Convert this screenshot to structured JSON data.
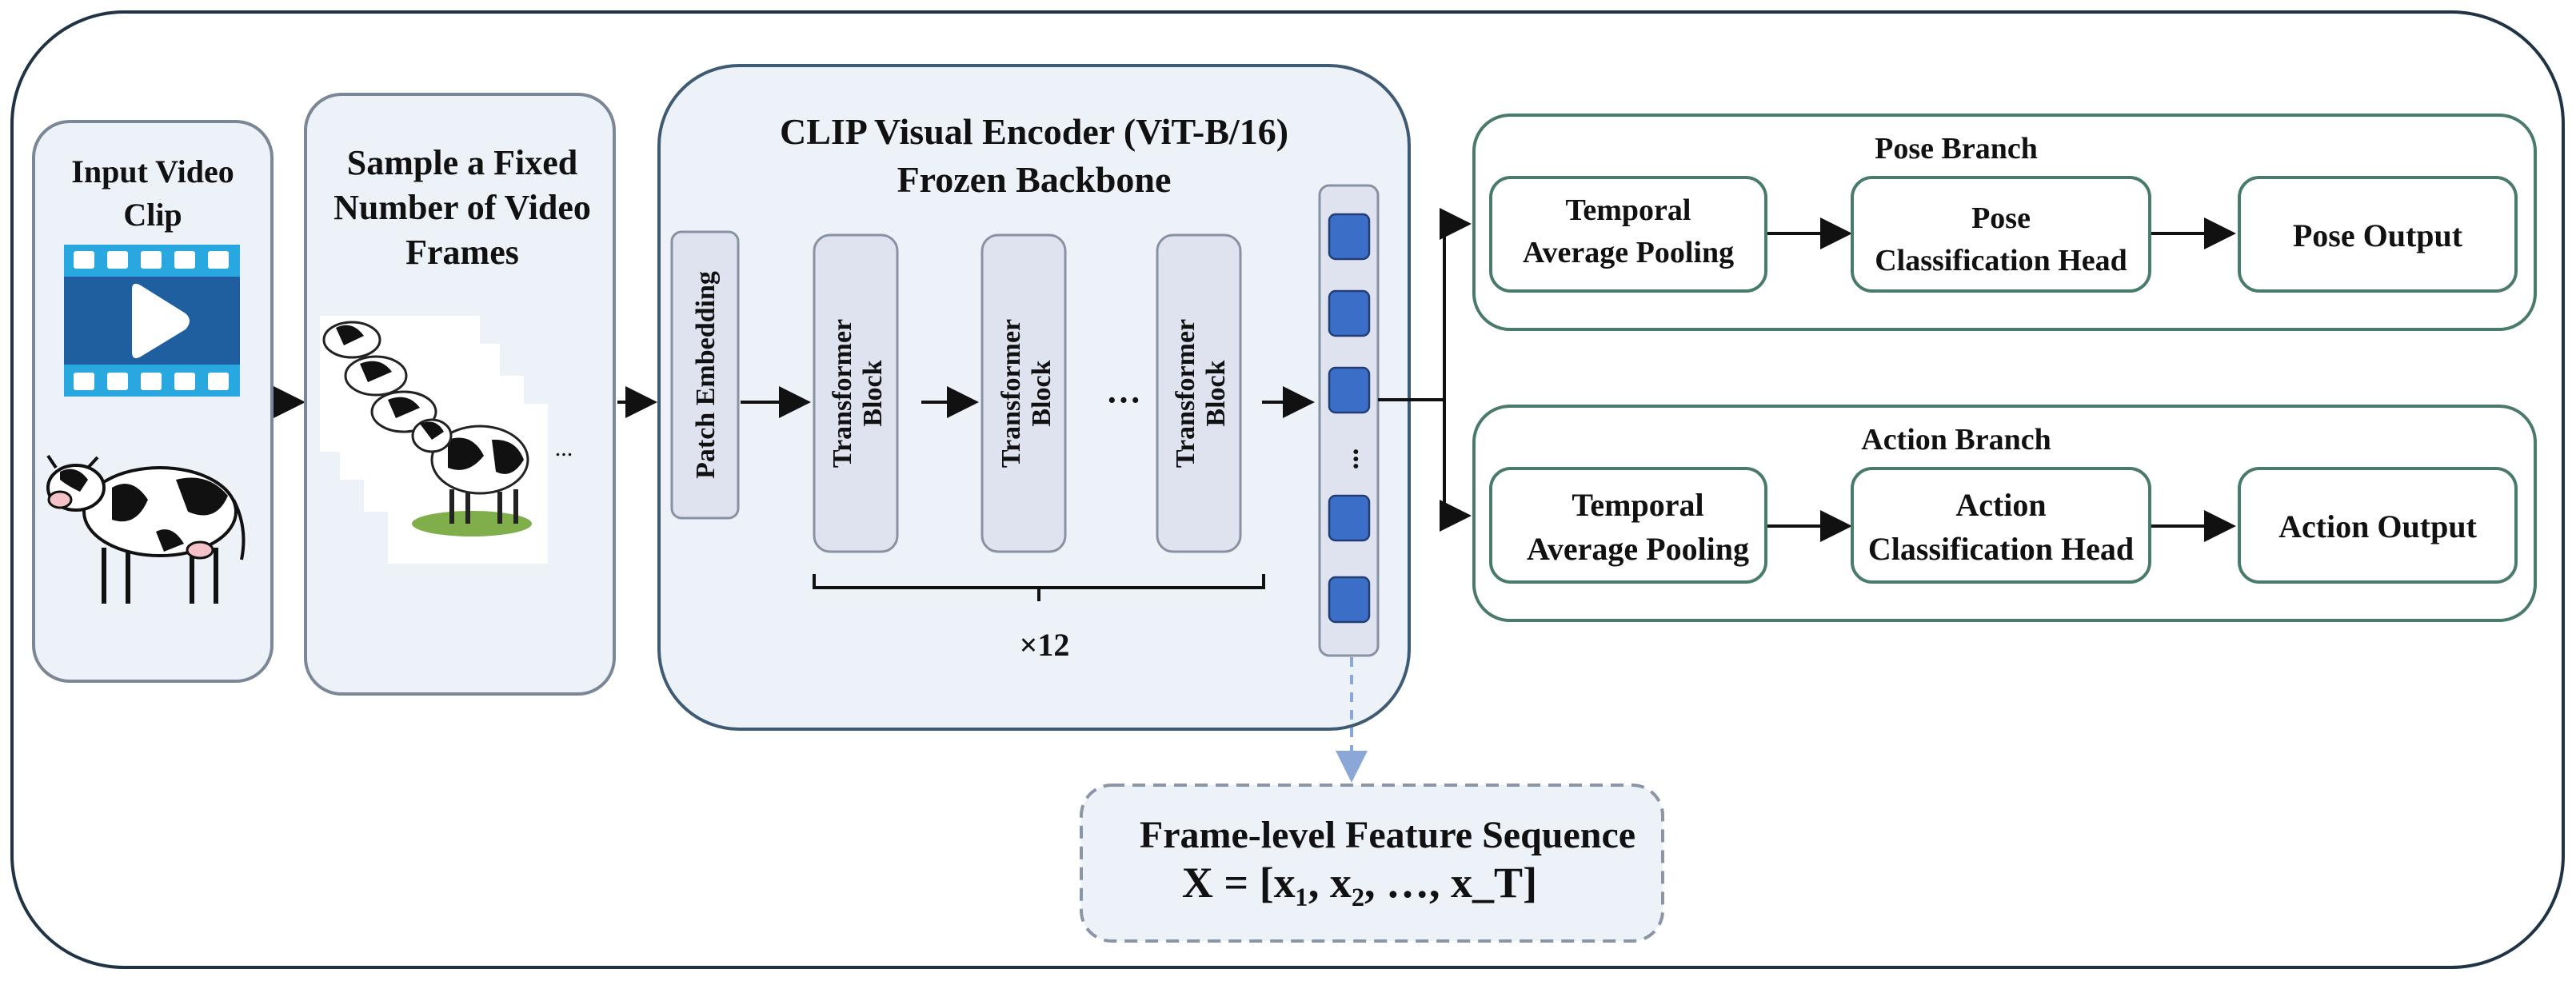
{
  "input": {
    "label_line1": "Input Video",
    "label_line2": "Clip"
  },
  "sample": {
    "line1": "Sample a Fixed",
    "line2": "Number of Video",
    "line3": "Frames",
    "ellipsis": "..."
  },
  "encoder": {
    "title_line1": "CLIP Visual Encoder (ViT-B/16)",
    "title_line2": "Frozen Backbone",
    "patch_embedding": "Patch Embedding",
    "block_line1": "Transformer",
    "block_line2": "Block",
    "dots": "···",
    "repeat": "×12"
  },
  "tokens": {
    "dots": "..."
  },
  "feature": {
    "title": "Frame-level Feature Sequence",
    "formula": "X = [x₁, x₂, …, x_T]"
  },
  "pose_branch": {
    "title": "Pose Branch",
    "pool_line1": "Temporal",
    "pool_line2": "Average Pooling",
    "head_line1": "Pose",
    "head_line2": "Classification Head",
    "output": "Pose Output"
  },
  "action_branch": {
    "title": "Action Branch",
    "pool_line1": "Temporal",
    "pool_line2": "Average Pooling",
    "head_line1": "Action",
    "head_line2": "Classification Head",
    "output": "Action Output"
  },
  "colors": {
    "token_fill": "#3b6fc7",
    "video_icon": "#1f5fa0",
    "video_film": "#29a8e0",
    "branch_border": "#4a7a6a"
  }
}
